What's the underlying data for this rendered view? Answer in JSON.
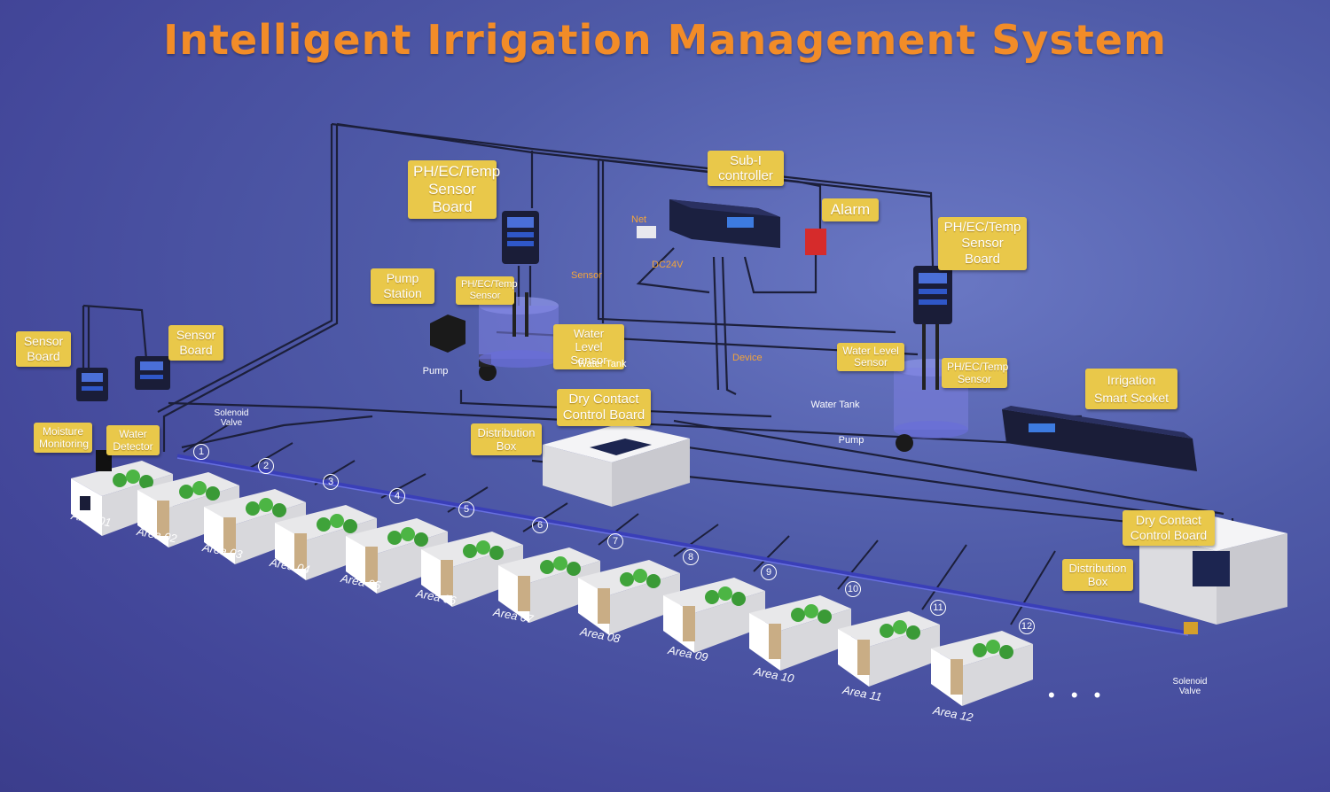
{
  "title": "Intelligent Irrigation Management System",
  "labels": {
    "sensor_board_1": "Sensor Board",
    "sensor_board_2": "Sensor Board",
    "moisture_monitoring": "Moisture Monitoring",
    "water_detector": "Water Detector",
    "solenoid_valve_top": "Solenoid Valve",
    "pump_station": "Pump Station",
    "ph_sensor_board_left": "PH/EC/Temp Sensor Board",
    "ph_sensor_left": "PH/EC/Temp Sensor",
    "water_level_left": "Water Level Sensor",
    "pump_left": "Pump",
    "water_tank_left": "Water Tank",
    "sub_controller": "Sub-I controller",
    "net": "Net",
    "dc24v": "DC24V",
    "sensor_line": "Sensor",
    "device_line": "Device",
    "alarm": "Alarm",
    "ph_sensor_board_right": "PH/EC/Temp Sensor Board",
    "water_level_right": "Water Level Sensor",
    "ph_sensor_right": "PH/EC/Temp Sensor",
    "water_tank_right": "Water Tank",
    "pump_right": "Pump",
    "irrigation_socket": "Irrigation Smart Scoket",
    "dry_contact_1": "Dry Contact Control Board",
    "distribution_box_1": "Distribution Box",
    "dry_contact_2": "Dry Contact Control Board",
    "distribution_box_2": "Distribution Box",
    "solenoid_valve_bottom": "Solenoid Valve",
    "more": "• • •"
  },
  "areas": [
    "Area 01",
    "Area 02",
    "Area 03",
    "Area 04",
    "Area 05",
    "Area 06",
    "Area 07",
    "Area 08",
    "Area 09",
    "Area 10",
    "Area 11",
    "Area 12"
  ],
  "valve_numbers": [
    "1",
    "2",
    "3",
    "4",
    "5",
    "6",
    "7",
    "8",
    "9",
    "10",
    "11",
    "12"
  ],
  "colors": {
    "title": "#f28c28",
    "tag": "#e9c84a",
    "cable": "#1c1f3a",
    "pipe": "#3a3fb8"
  }
}
